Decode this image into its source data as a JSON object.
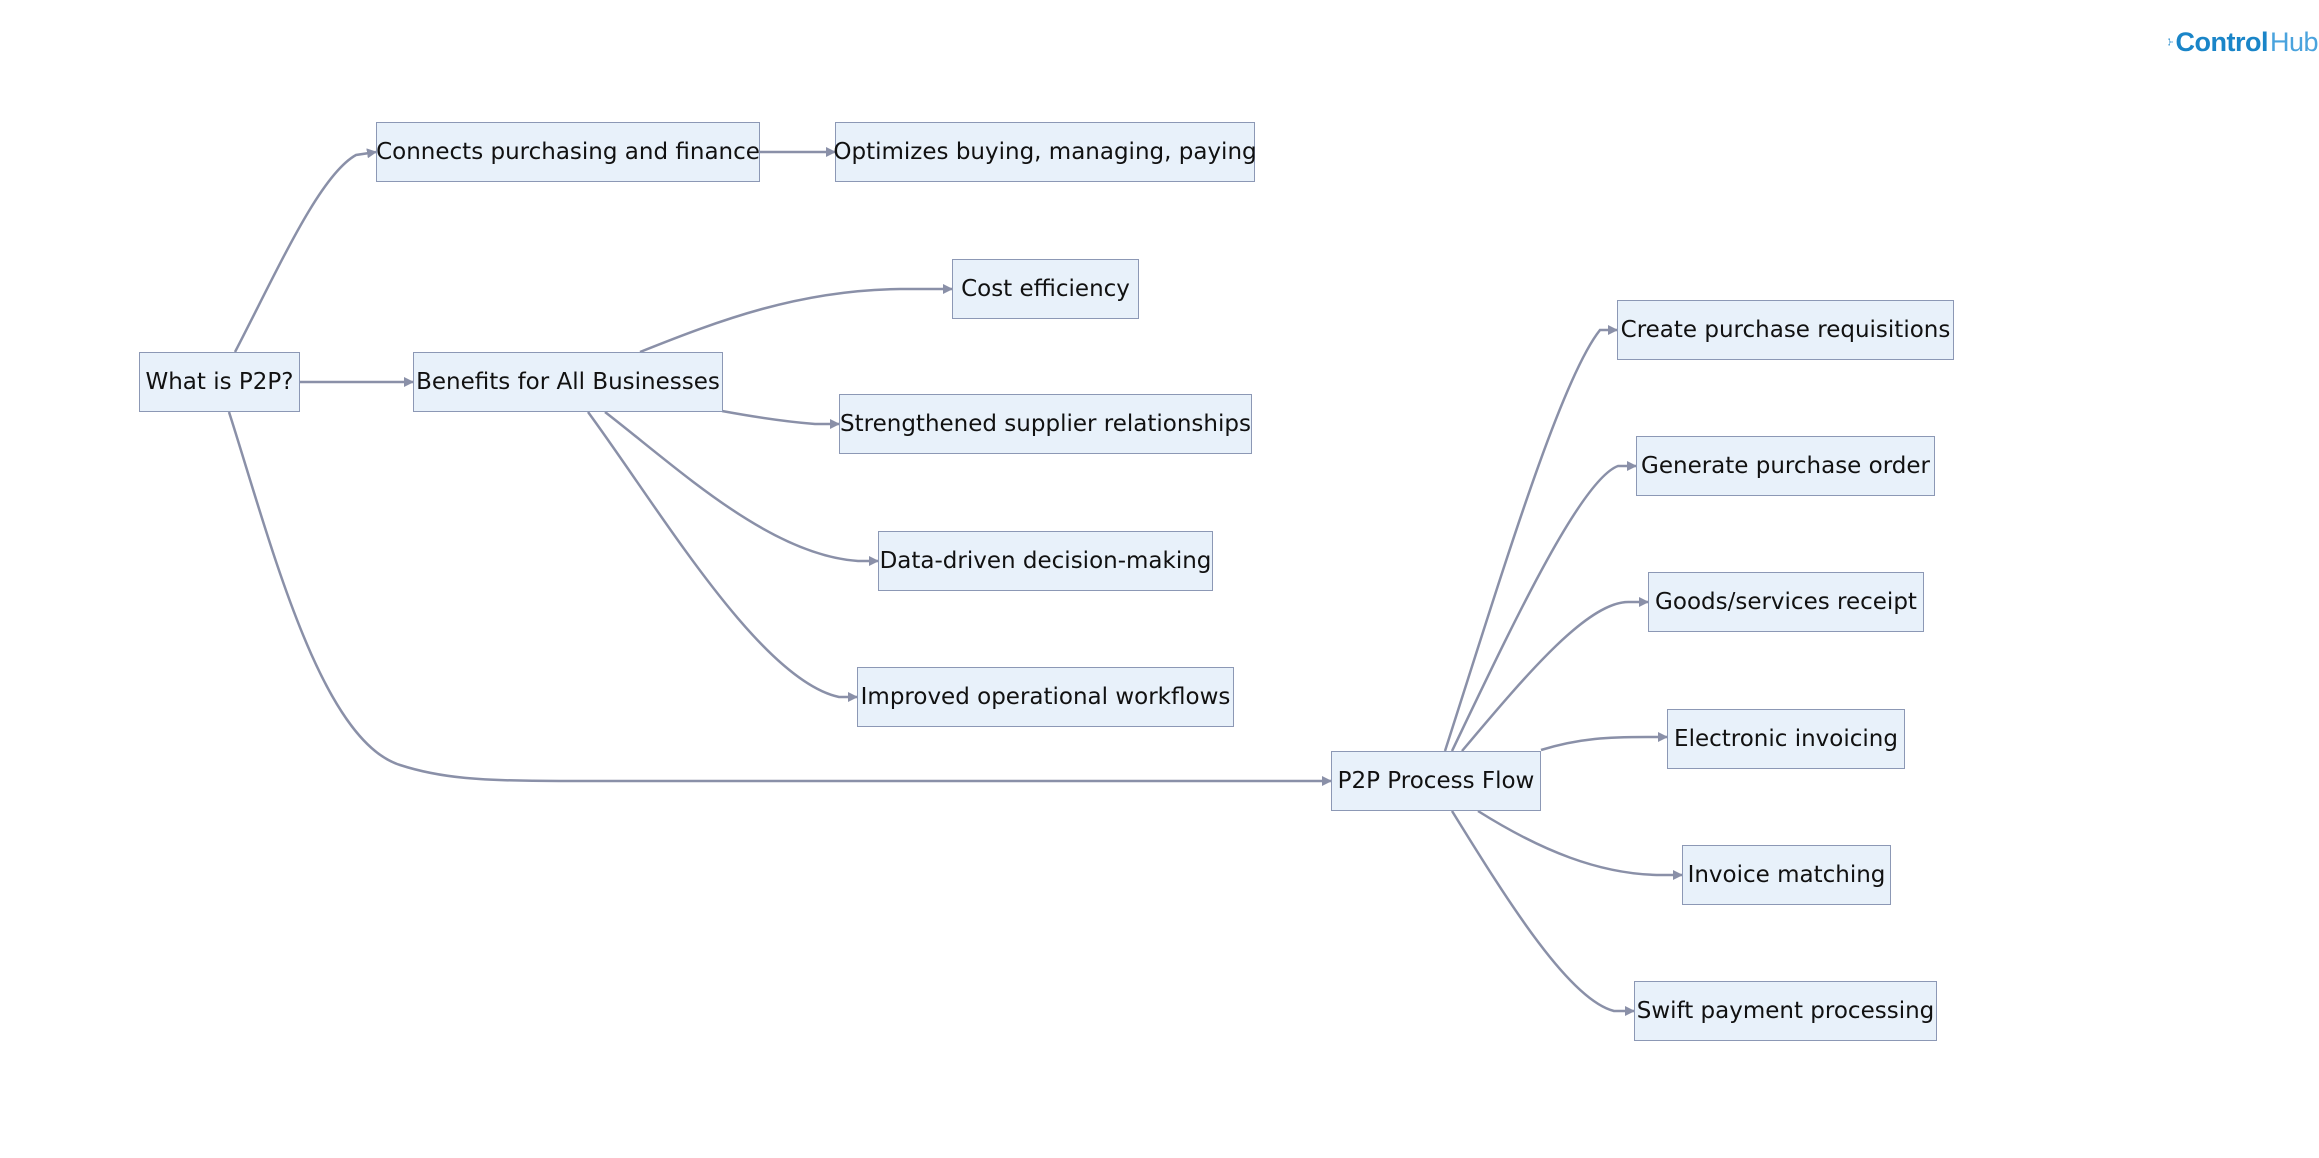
{
  "logo": {
    "word_main": "Control",
    "word_accent": "Hub",
    "icon": "network-hub-icon",
    "color": "#1a85c8"
  },
  "style": {
    "node_fill": "#e8f1fa",
    "node_border": "#8c98b5",
    "edge_color": "#8a90a8"
  },
  "nodes": {
    "what_is_p2p": "What is P2P?",
    "connects": "Connects purchasing and finance",
    "optimizes": "Optimizes buying, managing, paying",
    "benefits": "Benefits for All Businesses",
    "cost": "Cost efficiency",
    "supplier": "Strengthened supplier relationships",
    "data_driven": "Data-driven decision-making",
    "workflows": "Improved operational workflows",
    "process_flow": "P2P Process Flow",
    "requisitions": "Create purchase requisitions",
    "purchase_order": "Generate purchase order",
    "receipt": "Goods/services receipt",
    "invoicing": "Electronic invoicing",
    "matching": "Invoice matching",
    "payment": "Swift payment processing"
  },
  "edges": [
    [
      "what_is_p2p",
      "connects"
    ],
    [
      "connects",
      "optimizes"
    ],
    [
      "what_is_p2p",
      "benefits"
    ],
    [
      "benefits",
      "cost"
    ],
    [
      "benefits",
      "supplier"
    ],
    [
      "benefits",
      "data_driven"
    ],
    [
      "benefits",
      "workflows"
    ],
    [
      "what_is_p2p",
      "process_flow"
    ],
    [
      "process_flow",
      "requisitions"
    ],
    [
      "process_flow",
      "purchase_order"
    ],
    [
      "process_flow",
      "receipt"
    ],
    [
      "process_flow",
      "invoicing"
    ],
    [
      "process_flow",
      "matching"
    ],
    [
      "process_flow",
      "payment"
    ]
  ]
}
